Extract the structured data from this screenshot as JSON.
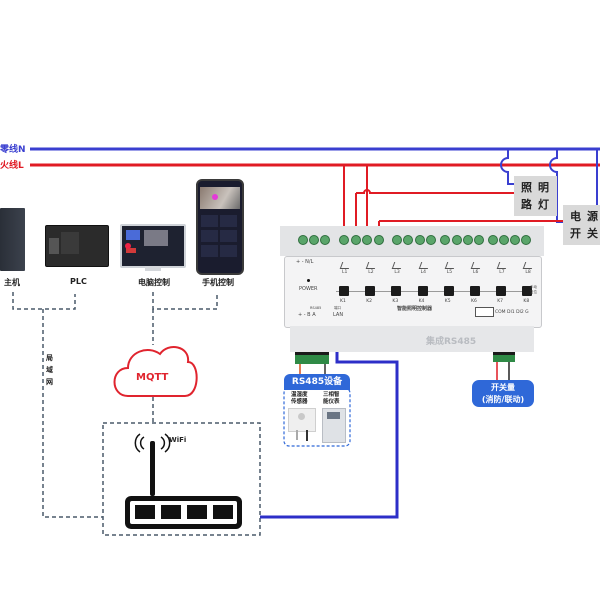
{
  "power_lines": {
    "neutral": {
      "label": "零线N",
      "color": "#3a3fd0"
    },
    "live": {
      "label": "火线L",
      "color": "#e01b24"
    }
  },
  "loads": {
    "lighting": "照 明\n路 灯",
    "lighting_line1": "照明",
    "lighting_line2": "路灯",
    "power_switch_line1": "电源",
    "power_switch_line2": "开关"
  },
  "devices": [
    {
      "id": "host",
      "label": "主机"
    },
    {
      "id": "plc",
      "label": "PLC"
    },
    {
      "id": "pc",
      "label": "电脑控制"
    },
    {
      "id": "phone",
      "label": "手机控制"
    }
  ],
  "network": {
    "lan_label": "局域网",
    "lan_chars": [
      "局",
      "域",
      "网"
    ],
    "cloud_label": "MQTT",
    "wifi_label": "WiFi",
    "cloud_color": "#e0242e",
    "cable_color": "#2d2fc8"
  },
  "controller": {
    "title": "智能照明控制器",
    "watermark": "集成RS485",
    "power_label": "POWER",
    "top_left_labels": "+  -  N/L",
    "rs485_header": "RS485",
    "rs485_pins": "+  -  B  A",
    "lan_header": "端口",
    "lan_label": "LAN",
    "di_labels": "COM  DI1  DI2  G",
    "relays": [
      "L1",
      "L2",
      "L3",
      "L4",
      "L5",
      "L6",
      "L7",
      "L8"
    ],
    "keys": [
      "K1",
      "K2",
      "K3",
      "K4",
      "K5",
      "K6",
      "K7",
      "K8"
    ],
    "mode_label": "手动\n复位"
  },
  "rs485_devices": {
    "title": "RS485设备",
    "items": [
      {
        "label_line1": "温湿度",
        "label_line2": "传感器"
      },
      {
        "label_line1": "三相智",
        "label_line2": "能仪表"
      }
    ]
  },
  "switch_input": {
    "line1": "开关量",
    "line2": "(消防/联动)"
  }
}
